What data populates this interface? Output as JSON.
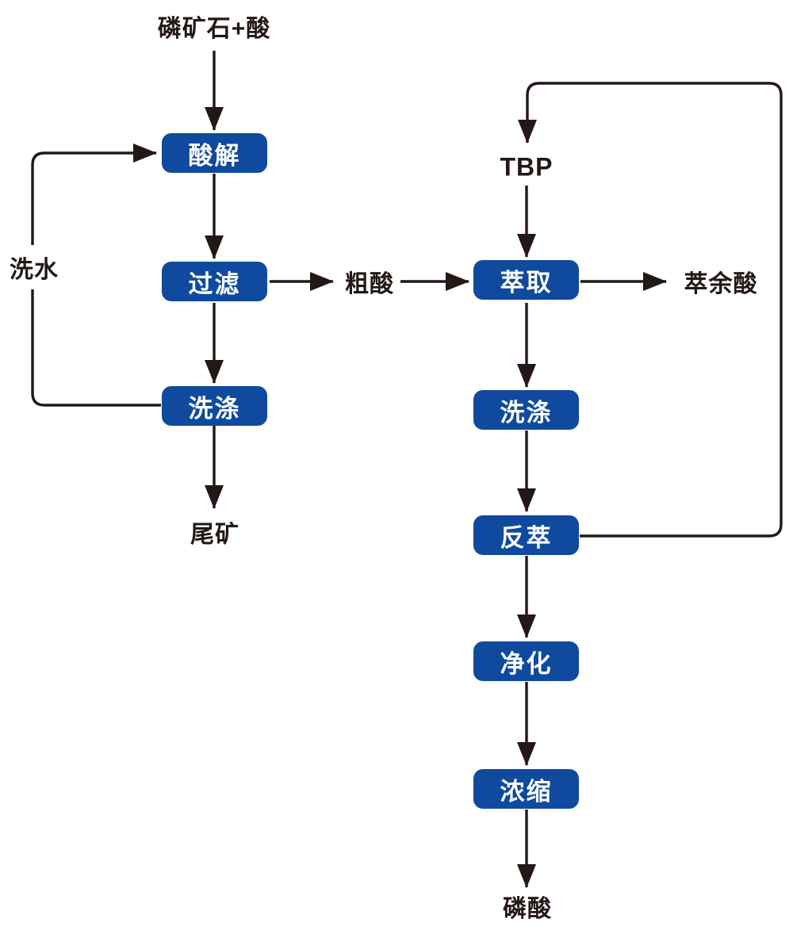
{
  "diagram": {
    "type": "flowchart",
    "colors": {
      "box_fill": "#0f4a9e",
      "box_text": "#ffffff",
      "line": "#231815",
      "background": "#ffffff"
    },
    "nodes": {
      "feed": {
        "label": "磷矿石+酸",
        "type": "input-label"
      },
      "acidolysis": {
        "label": "酸解",
        "type": "process"
      },
      "filtration": {
        "label": "过滤",
        "type": "process"
      },
      "washing_left": {
        "label": "洗涤",
        "type": "process"
      },
      "tailings": {
        "label": "尾矿",
        "type": "output-label"
      },
      "wash_water": {
        "label": "洗水",
        "type": "stream-label"
      },
      "crude_acid": {
        "label": "粗酸",
        "type": "stream-label"
      },
      "tbp": {
        "label": "TBP",
        "type": "input-label"
      },
      "extraction": {
        "label": "萃取",
        "type": "process"
      },
      "raffinate_acid": {
        "label": "萃余酸",
        "type": "output-label"
      },
      "washing_right": {
        "label": "洗涤",
        "type": "process"
      },
      "back_extraction": {
        "label": "反萃",
        "type": "process"
      },
      "purification": {
        "label": "净化",
        "type": "process"
      },
      "concentration": {
        "label": "浓缩",
        "type": "process"
      },
      "phosphoric_acid": {
        "label": "磷酸",
        "type": "output-label"
      }
    },
    "edges": [
      {
        "from": "feed",
        "to": "acidolysis"
      },
      {
        "from": "acidolysis",
        "to": "filtration"
      },
      {
        "from": "filtration",
        "to": "washing_left"
      },
      {
        "from": "washing_left",
        "to": "tailings"
      },
      {
        "from": "washing_left",
        "to": "acidolysis",
        "via": "wash_water",
        "kind": "recycle-loop"
      },
      {
        "from": "filtration",
        "to": "extraction",
        "via": "crude_acid"
      },
      {
        "from": "tbp",
        "to": "extraction"
      },
      {
        "from": "extraction",
        "to": "raffinate_acid"
      },
      {
        "from": "extraction",
        "to": "washing_right"
      },
      {
        "from": "washing_right",
        "to": "back_extraction"
      },
      {
        "from": "back_extraction",
        "to": "tbp",
        "kind": "recycle-loop"
      },
      {
        "from": "back_extraction",
        "to": "purification"
      },
      {
        "from": "purification",
        "to": "concentration"
      },
      {
        "from": "concentration",
        "to": "phosphoric_acid"
      }
    ]
  }
}
